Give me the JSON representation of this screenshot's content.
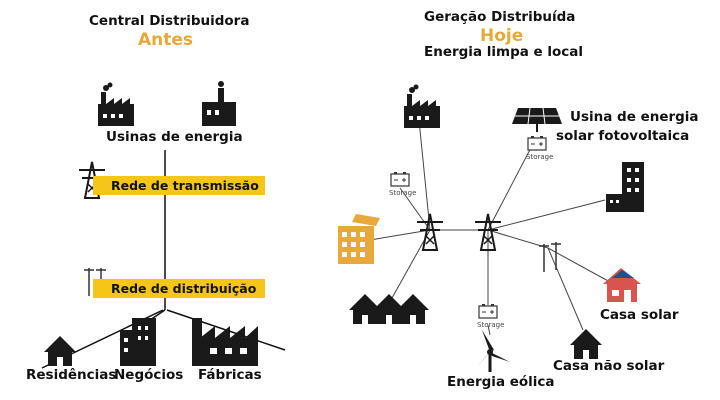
{
  "left": {
    "title": "Central Distribuidora",
    "subtitle": "Antes",
    "power_plants_label": "Usinas de energia",
    "transmission_label": "Rede de transmissão",
    "distribution_label": "Rede de distribuição",
    "consumers": [
      "Residências",
      "Negócios",
      "Fábricas"
    ]
  },
  "right": {
    "title": "Geração Distribuída",
    "subtitle": "Hoje",
    "tagline": "Energia limpa e local",
    "solar_farm_label_line1": "Usina de energia",
    "solar_farm_label_line2": "solar fotovoltaica",
    "solar_house_label": "Casa solar",
    "non_solar_house_label": "Casa não solar",
    "wind_label": "Energia eólica",
    "storage_label": "Storage"
  },
  "colors": {
    "accent": "#E8A83A",
    "band": "#F5C518",
    "icon": "#1a1a1a",
    "roof_red": "#D9534F",
    "solar_blue": "#2B4C8C"
  }
}
